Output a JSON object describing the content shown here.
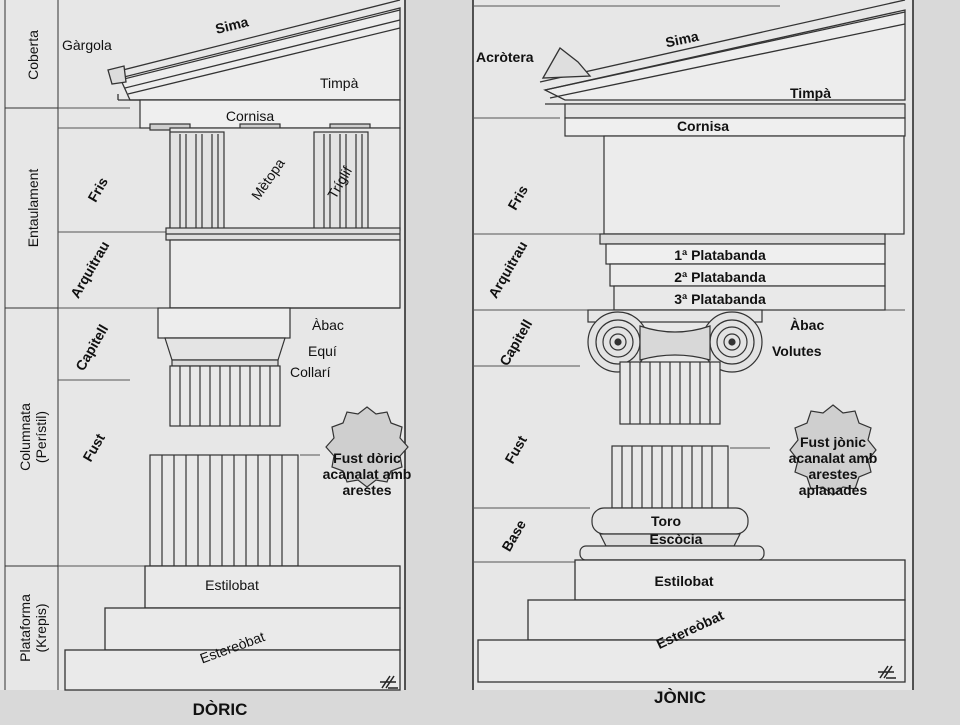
{
  "doric": {
    "title": "DÒRIC",
    "zones": {
      "coberta": "Coberta",
      "entaulament": "Entaulament",
      "columnata_1": "Columnata",
      "columnata_2": "(Perístil)",
      "plataforma_1": "Plataforma",
      "plataforma_2": "(Krepis)"
    },
    "parts": {
      "gargola": "Gàrgola",
      "sima": "Sima",
      "timpa": "Timpà",
      "cornisa": "Cornisa",
      "fris": "Fris",
      "metopa": "Mètopa",
      "triglif": "Tríglif",
      "arquitrau": "Arquitrau",
      "capitell": "Capitell",
      "abac": "Àbac",
      "equi": "Equí",
      "collari": "Collarí",
      "fust": "Fust",
      "estilobat": "Estilobat",
      "estereobat": "Estereòbat"
    },
    "note": [
      "Fust dòric",
      "acanalat amb",
      "arestes"
    ]
  },
  "ionic": {
    "title": "JÒNIC",
    "parts": {
      "acrotera": "Acròtera",
      "sima": "Sima",
      "timpa": "Timpà",
      "cornisa": "Cornisa",
      "fris": "Fris",
      "arquitrau": "Arquitrau",
      "platabanda_1": "1ª Platabanda",
      "platabanda_2": "2ª Platabanda",
      "platabanda_3": "3ª Platabanda",
      "capitell": "Capitell",
      "abac": "Àbac",
      "volutes": "Volutes",
      "fust": "Fust",
      "base": "Base",
      "toro": "Toro",
      "escocia": "Escòcia",
      "estilobat": "Estilobat",
      "estereobat": "Estereòbat"
    },
    "note": [
      "Fust jònic",
      "acanalat amb",
      "arestes",
      "aplanades"
    ]
  }
}
